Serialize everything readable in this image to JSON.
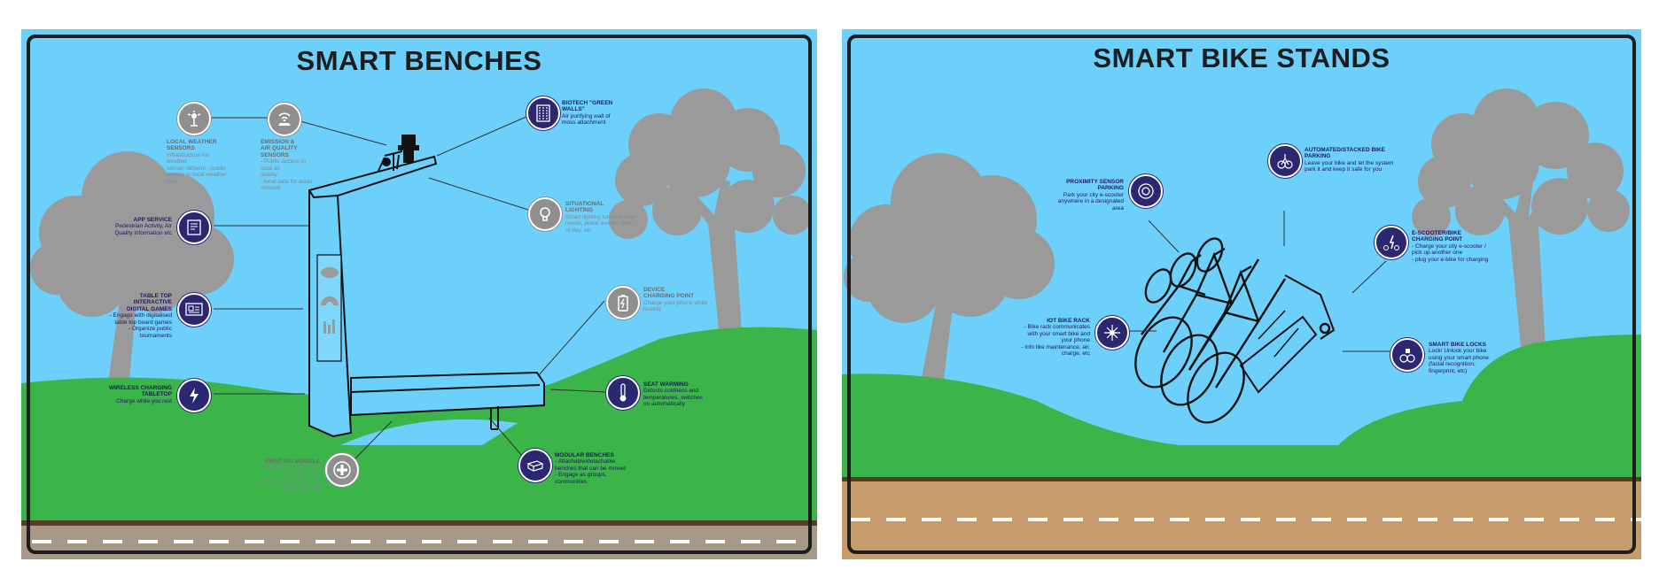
{
  "benches": {
    "title": "SMART BENCHES",
    "features": {
      "weather": {
        "title": "LOCAL WEATHER\nSENSORS",
        "desc": "Infrastructure for weather\nsensor network - public\naccess to local weather\ndata"
      },
      "emission": {
        "title": "EMISSION &\nAIR QUALITY\nSENSORS",
        "desc": "- Public access to local air\nquality\n- local data for asian\nnetwork"
      },
      "greenwalls": {
        "title": "BIOTECH \"GREEN\nWALLS\"",
        "desc": "Air purifying wall of\nmoss attachment"
      },
      "lighting": {
        "title": "SITUATIONAL\nLIGHTING",
        "desc": "Smart lighting tuned to user\nneeds, public events, time\nof day, etc"
      },
      "app": {
        "title": "APP SERVICE",
        "desc": "Pedestrian Activity, Air\nQuality information etc"
      },
      "games": {
        "title": "TABLE TOP INTERACTIVE\nDIGITAL GAMES",
        "desc": "- Engage with digitalised\ntable top board games\n- Organize public\ntournaments"
      },
      "charging_point": {
        "title": "DEVICE\nCHARGING POINT",
        "desc": "Charge your phone while\nresting"
      },
      "wireless": {
        "title": "WIRELESS CHARGING\nTABLETOP",
        "desc": "Charge while you rest"
      },
      "seat": {
        "title": "SEAT WARMING",
        "desc": "Detects coldness and\ntemperatures, switches\non automatically"
      },
      "firstaid": {
        "title": "FIRST AID MODULE",
        "desc": "Emergency module alert\nfor first aiders\nand a message for help\nwhen activated"
      },
      "modular": {
        "title": "MODULAR BENCHES",
        "desc": "- Attachable/detachable\nbenches that can be moved\n- Engage as groups,\ncommunities"
      }
    }
  },
  "bikes": {
    "title": "SMART BIKE STANDS",
    "features": {
      "proximity": {
        "title": "PROXIMITY SENSOR\nPARKING",
        "desc": "Park your city e-scooter\nanywhere in a designated\narea"
      },
      "automated": {
        "title": "AUTOMATED/STACKED BIKE\nPARKING",
        "desc": "Leave your bike and let the system\npark it and keep it safe for you"
      },
      "escooter": {
        "title": "E-SCOOTER/BIKE\nCHARGING POINT",
        "desc": "- Charge your city e-scooter /\npick up another one\n- plug your e-bike for charging"
      },
      "iot": {
        "title": "IOT BIKE RACK",
        "desc": "- Bike rack communicates\nwith your smart bike and\nyour phone\n- Info like maintenance, air,\ncharge, etc"
      },
      "locks": {
        "title": "SMART BIKE LOCKS",
        "desc": "Lock/ Unlock your bike\nusing your smart phone\n(facial recognition,\nfingerprint, etc)"
      }
    }
  },
  "colors": {
    "sky": "#6dd0fa",
    "grass": "#3bb44a",
    "tree": "#9a9a9a",
    "navy": "#2b2771",
    "road_bench": "#a89888",
    "road_bike": "#c69c6d"
  },
  "icons": [
    "weather-station-icon",
    "wifi-car-icon",
    "green-wall-icon",
    "lightbulb-icon",
    "tablet-icon",
    "game-board-icon",
    "battery-icon",
    "lightning-icon",
    "thermometer-icon",
    "first-aid-plus-icon",
    "bench-module-icon",
    "parking-target-icon",
    "stacked-bikes-icon",
    "scooter-icon",
    "network-hub-icon",
    "bike-lock-icon"
  ]
}
